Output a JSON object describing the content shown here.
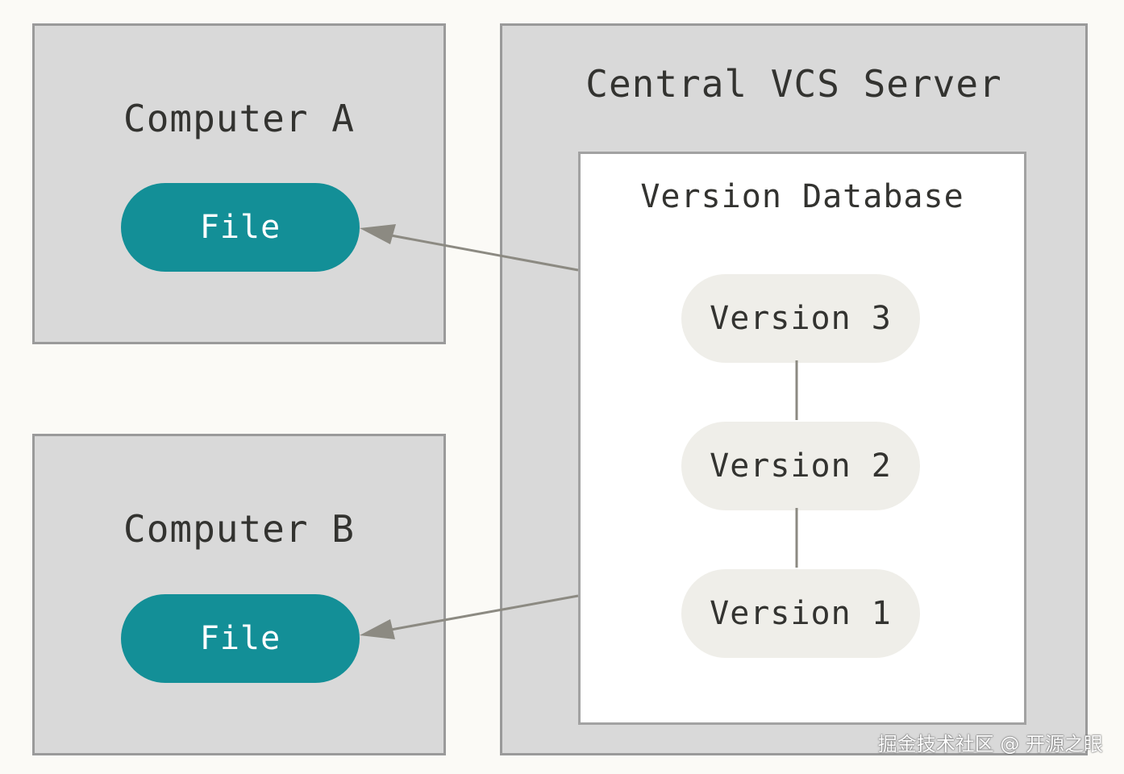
{
  "computer_a": {
    "title": "Computer A",
    "file_label": "File"
  },
  "computer_b": {
    "title": "Computer B",
    "file_label": "File"
  },
  "server": {
    "title": "Central VCS Server",
    "database": {
      "title": "Version Database",
      "versions": [
        "Version 3",
        "Version 2",
        "Version 1"
      ]
    }
  },
  "watermark": "掘金技术社区 @ 开源之眼",
  "colors": {
    "background": "#fbfaf6",
    "box_fill": "#d9d9d9",
    "box_border": "#9a9a9a",
    "file_fill": "#138f97",
    "version_fill": "#efeee9",
    "arrow": "#8c8a82"
  }
}
